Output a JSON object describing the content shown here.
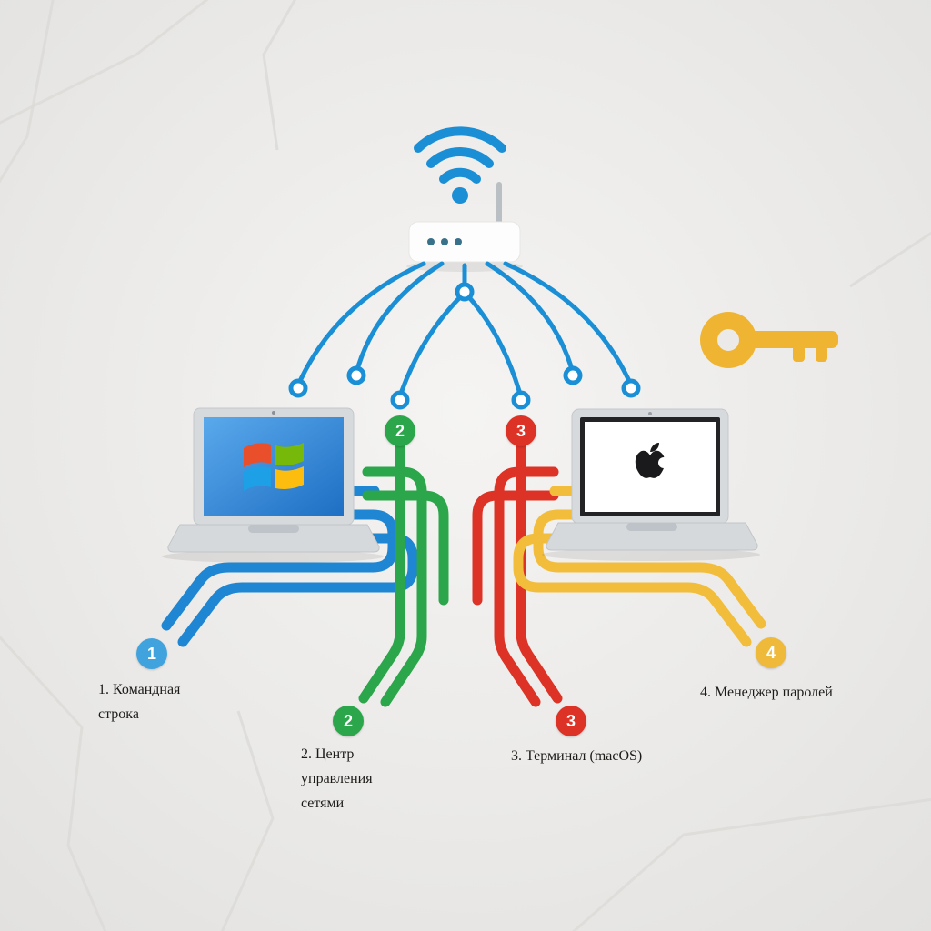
{
  "colors": {
    "blue": "#1e86d2",
    "green": "#2ca64b",
    "red": "#dd3226",
    "yellow": "#f2bd3a",
    "badge-blue": "#41a3de",
    "badge-green": "#2ca64b",
    "badge-red": "#dd3226",
    "badge-yellow": "#efb93a",
    "wifi-blue": "#1b8fd6",
    "key-gold": "#f0b433",
    "text": "#1c1b18"
  },
  "icons": {
    "wifi": "wifi-signal-icon",
    "router": "wifi-router",
    "windows": "windows-logo",
    "apple": "apple-logo",
    "key": "key-icon"
  },
  "badges": {
    "b1": "1",
    "b2_top": "2",
    "b3_top": "3",
    "b2_bottom": "2",
    "b3_bottom": "3",
    "b4": "4"
  },
  "labels": {
    "item1": "1. Командная строка",
    "item2": "2. Центр управления сетями",
    "item3": "3. Терминал (macOS)",
    "item4": "4. Менеджер паролей"
  }
}
